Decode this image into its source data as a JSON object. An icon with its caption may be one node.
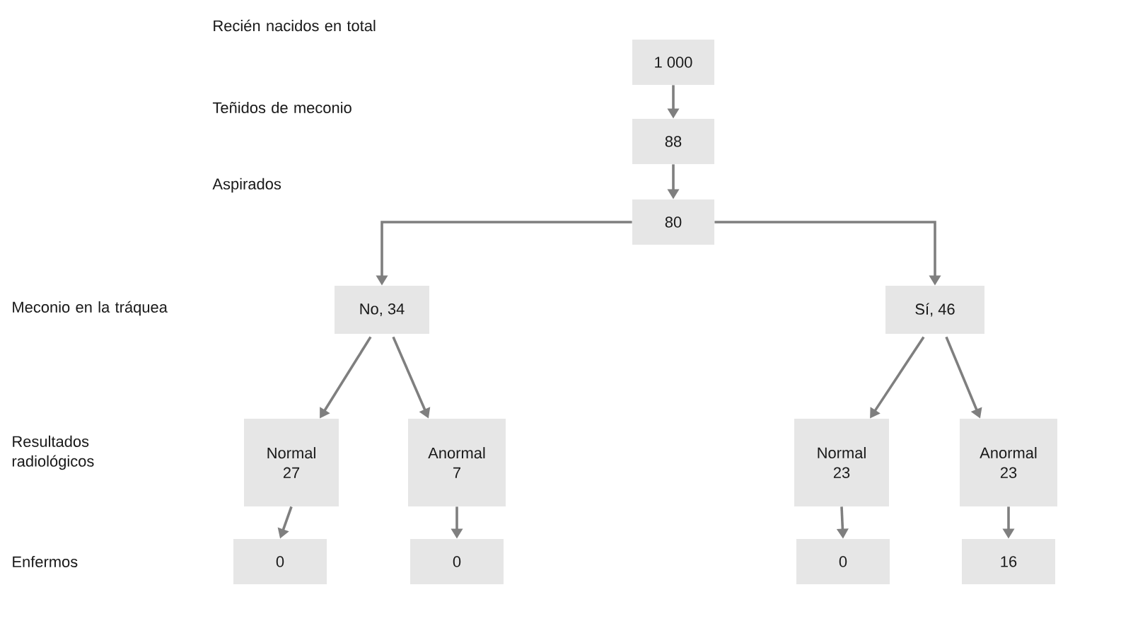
{
  "diagram": {
    "nodes": [
      {
        "text": [
          "1 000"
        ]
      },
      {
        "text": [
          "88"
        ]
      },
      {
        "text": [
          "80"
        ]
      },
      {
        "text": [
          "No, 34"
        ]
      },
      {
        "text": [
          "Sí, 46"
        ]
      },
      {
        "text": [
          "Normal",
          "27"
        ]
      },
      {
        "text": [
          "Anormal",
          "7"
        ]
      },
      {
        "text": [
          "Normal",
          "23"
        ]
      },
      {
        "text": [
          "Anormal",
          "23"
        ]
      },
      {
        "text": [
          "0"
        ]
      },
      {
        "text": [
          "0"
        ]
      },
      {
        "text": [
          "0"
        ]
      },
      {
        "text": [
          "16"
        ]
      }
    ],
    "edges": [
      {
        "from": 0,
        "to": 1,
        "arrow": "to"
      },
      {
        "from": 1,
        "to": 2,
        "arrow": "to"
      },
      {
        "from": 2,
        "to": 3,
        "arrow": "to"
      },
      {
        "from": 2,
        "to": 4,
        "arrow": "to"
      },
      {
        "from": 3,
        "to": 5,
        "arrow": "to"
      },
      {
        "from": 3,
        "to": 6,
        "arrow": "to"
      },
      {
        "from": 4,
        "to": 7,
        "arrow": "to"
      },
      {
        "from": 4,
        "to": 8,
        "arrow": "to"
      },
      {
        "from": 5,
        "to": 9,
        "arrow": "to"
      },
      {
        "from": 6,
        "to": 10,
        "arrow": "to"
      },
      {
        "from": 7,
        "to": 11,
        "arrow": "to"
      },
      {
        "from": 8,
        "to": 12,
        "arrow": "to"
      }
    ],
    "labels": [
      "Recién nacidos en total",
      "Teñidos de meconio",
      "Aspirados",
      "Meconio en la tráquea",
      "Resultados radiológicos",
      "Enfermos"
    ]
  }
}
